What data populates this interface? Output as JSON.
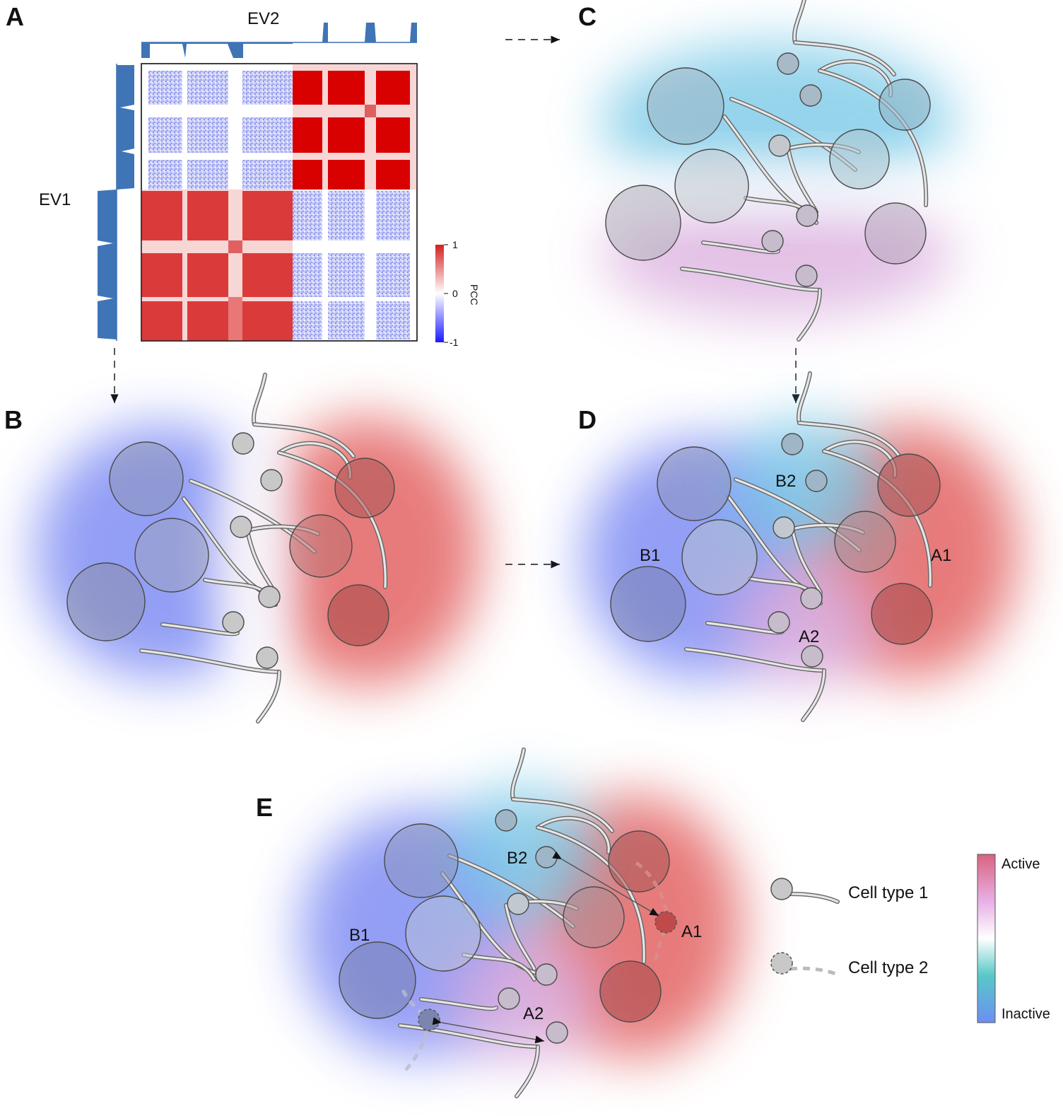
{
  "panels": [
    {
      "id": "A",
      "label": "A"
    },
    {
      "id": "B",
      "label": "B"
    },
    {
      "id": "C",
      "label": "C"
    },
    {
      "id": "D",
      "label": "D"
    },
    {
      "id": "E",
      "label": "E"
    }
  ],
  "heatmap": {
    "ev1_label": "EV1",
    "ev2_label": "EV2",
    "colorbar_title": "PCC",
    "colorbar_ticks": [
      "1",
      "0",
      "-1"
    ],
    "colors": {
      "positive": "#d42020",
      "negative": "#1a1aff",
      "zero": "#ffffff"
    }
  },
  "compartment_labels": {
    "d": {
      "b1": "B1",
      "b2": "B2",
      "a1": "A1",
      "a2": "A2"
    },
    "e": {
      "b1": "B1",
      "b2": "B2",
      "a1": "A1",
      "a2": "A2"
    }
  },
  "legend": {
    "cell_type_1": "Cell type 1",
    "cell_type_2": "Cell type 2"
  },
  "colorbar": {
    "top_label": "Active",
    "bottom_label": "Inactive",
    "colors": [
      "#d9627f",
      "#e8b0e6",
      "#ffffff",
      "#58c8c8",
      "#6d8ef2"
    ]
  }
}
